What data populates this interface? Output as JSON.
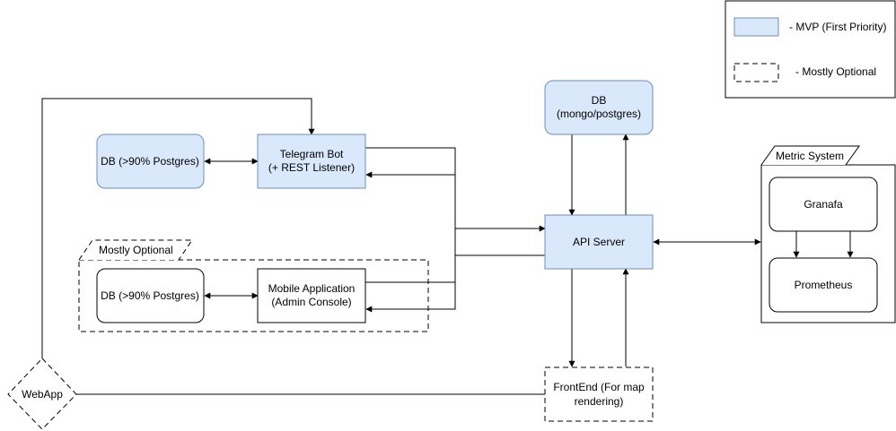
{
  "colors": {
    "mvp_fill": "#dae8fc",
    "mvp_stroke": "#6c8ebf",
    "line": "#000000",
    "background": "#ffffff"
  },
  "legend": {
    "mvp_label": "- MVP (First Priority)",
    "optional_label": "- Mostly Optional"
  },
  "nodes": {
    "db_main": {
      "line1": "DB",
      "line2": "(mongo/postgres)"
    },
    "db_bot": {
      "label": "DB (>90% Postgres)"
    },
    "telegram_bot": {
      "line1": "Telegram Bot",
      "line2": "(+ REST Listener)"
    },
    "optional_group": {
      "label": "Mostly Optional"
    },
    "db_mobile": {
      "label": "DB (>90% Postgres)"
    },
    "mobile_app": {
      "line1": "Mobile Application",
      "line2": "(Admin Console)"
    },
    "api_server": {
      "label": "API Server"
    },
    "metric_system": {
      "label": "Metric System"
    },
    "granafa": {
      "label": "Granafa"
    },
    "prometheus": {
      "label": "Prometheus"
    },
    "frontend": {
      "line1": "FrontEnd (For map",
      "line2": "rendering)"
    },
    "webapp": {
      "label": "WebApp"
    }
  }
}
